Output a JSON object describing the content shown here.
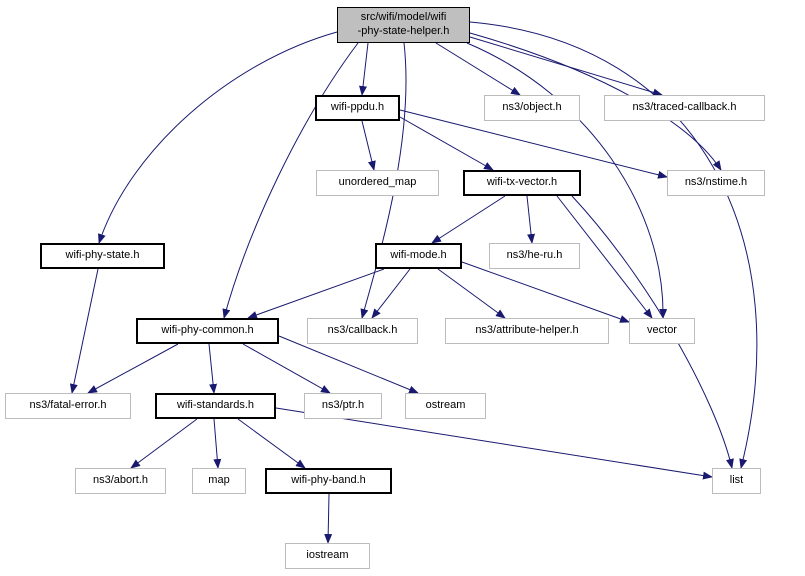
{
  "diagram": {
    "type": "include-dependency-graph",
    "root": "src/wifi/model/wifi-phy-state-helper.h",
    "edge_color": "#191970",
    "root_fill": "#bfbfbf",
    "nodes": [
      {
        "id": "main",
        "label": "src/wifi/model/wifi-phy-state-helper.h",
        "label_lines": [
          "src/wifi/model/wifi",
          "-phy-state-helper.h"
        ],
        "kind": "root"
      },
      {
        "id": "ppdu",
        "label": "wifi-ppdu.h",
        "kind": "documented"
      },
      {
        "id": "object",
        "label": "ns3/object.h",
        "kind": "external"
      },
      {
        "id": "tracedcb",
        "label": "ns3/traced-callback.h",
        "kind": "external"
      },
      {
        "id": "unordered_map",
        "label": "unordered_map",
        "kind": "external"
      },
      {
        "id": "txvector",
        "label": "wifi-tx-vector.h",
        "kind": "documented"
      },
      {
        "id": "nstime",
        "label": "ns3/nstime.h",
        "kind": "external"
      },
      {
        "id": "phystate",
        "label": "wifi-phy-state.h",
        "kind": "documented"
      },
      {
        "id": "mode",
        "label": "wifi-mode.h",
        "kind": "documented"
      },
      {
        "id": "heru",
        "label": "ns3/he-ru.h",
        "kind": "external"
      },
      {
        "id": "common",
        "label": "wifi-phy-common.h",
        "kind": "documented"
      },
      {
        "id": "callback",
        "label": "ns3/callback.h",
        "kind": "external"
      },
      {
        "id": "attrhelper",
        "label": "ns3/attribute-helper.h",
        "kind": "external"
      },
      {
        "id": "vector",
        "label": "vector",
        "kind": "external"
      },
      {
        "id": "fatalerror",
        "label": "ns3/fatal-error.h",
        "kind": "external"
      },
      {
        "id": "standards",
        "label": "wifi-standards.h",
        "kind": "documented"
      },
      {
        "id": "ptr",
        "label": "ns3/ptr.h",
        "kind": "external"
      },
      {
        "id": "ostream",
        "label": "ostream",
        "kind": "external"
      },
      {
        "id": "abort",
        "label": "ns3/abort.h",
        "kind": "external"
      },
      {
        "id": "map",
        "label": "map",
        "kind": "external"
      },
      {
        "id": "phyband",
        "label": "wifi-phy-band.h",
        "kind": "documented"
      },
      {
        "id": "list",
        "label": "list",
        "kind": "external"
      },
      {
        "id": "iostream",
        "label": "iostream",
        "kind": "external"
      }
    ],
    "edges": [
      {
        "from": "main",
        "to": "ppdu"
      },
      {
        "from": "main",
        "to": "object"
      },
      {
        "from": "main",
        "to": "tracedcb"
      },
      {
        "from": "main",
        "to": "nstime"
      },
      {
        "from": "main",
        "to": "phystate"
      },
      {
        "from": "main",
        "to": "common"
      },
      {
        "from": "main",
        "to": "callback"
      },
      {
        "from": "main",
        "to": "list"
      },
      {
        "from": "main",
        "to": "vector"
      },
      {
        "from": "ppdu",
        "to": "unordered_map"
      },
      {
        "from": "ppdu",
        "to": "txvector"
      },
      {
        "from": "ppdu",
        "to": "nstime"
      },
      {
        "from": "txvector",
        "to": "mode"
      },
      {
        "from": "txvector",
        "to": "heru"
      },
      {
        "from": "txvector",
        "to": "vector"
      },
      {
        "from": "txvector",
        "to": "list"
      },
      {
        "from": "mode",
        "to": "common"
      },
      {
        "from": "mode",
        "to": "callback"
      },
      {
        "from": "mode",
        "to": "attrhelper"
      },
      {
        "from": "mode",
        "to": "vector"
      },
      {
        "from": "phystate",
        "to": "fatalerror"
      },
      {
        "from": "common",
        "to": "fatalerror"
      },
      {
        "from": "common",
        "to": "standards"
      },
      {
        "from": "common",
        "to": "ptr"
      },
      {
        "from": "common",
        "to": "ostream"
      },
      {
        "from": "standards",
        "to": "abort"
      },
      {
        "from": "standards",
        "to": "map"
      },
      {
        "from": "standards",
        "to": "phyband"
      },
      {
        "from": "standards",
        "to": "list"
      },
      {
        "from": "phyband",
        "to": "iostream"
      }
    ]
  }
}
